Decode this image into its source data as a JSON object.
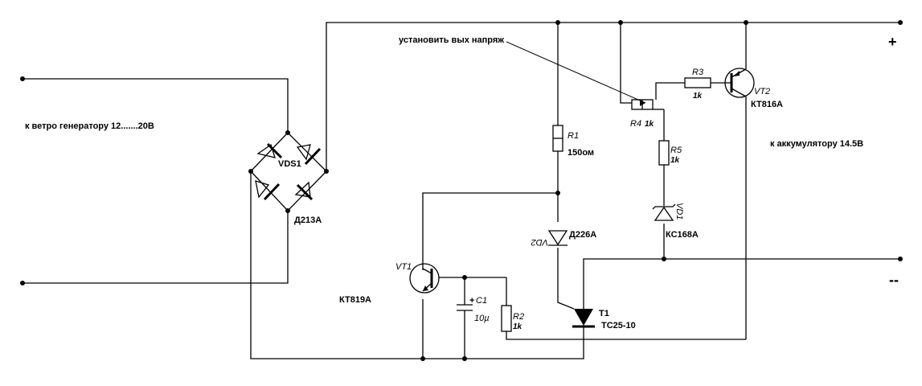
{
  "notes": {
    "generator": "к ветро генератору 12.......20В",
    "battery": "к  аккумулятору    14.5В",
    "adjust": "установить вых напряж"
  },
  "terminals": {
    "plus": "+",
    "minus": "--"
  },
  "components": {
    "vds1": {
      "ref": "VDS1",
      "type": "Д213А"
    },
    "r1": {
      "ref": "R1",
      "value": "150ом"
    },
    "vd2": {
      "ref": "VD2",
      "type": "Д226А"
    },
    "vt1": {
      "ref": "VT1",
      "type": "КТ819А"
    },
    "c1": {
      "polarity": "+",
      "ref": "C1",
      "value": "10µ"
    },
    "r2": {
      "ref": "R2",
      "value": "1k"
    },
    "t1": {
      "ref": "T1",
      "type": "ТС25-10"
    },
    "r3": {
      "ref": "R3",
      "value": "1k"
    },
    "r4": {
      "ref": "R4",
      "value": "1k"
    },
    "vt2": {
      "ref": "VT2",
      "type": "КТ816А"
    },
    "r5": {
      "ref": "R5",
      "value": "1k"
    },
    "vd1": {
      "ref": "VD1",
      "type": "КС168А"
    }
  }
}
